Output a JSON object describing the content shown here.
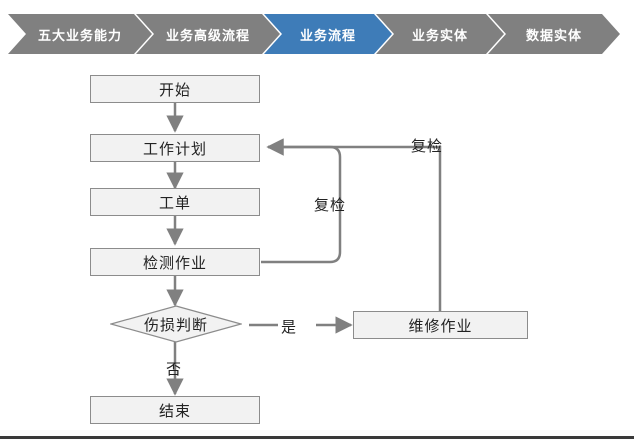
{
  "breadcrumb": {
    "items": [
      {
        "label": "五大业务能力",
        "state": "inactive"
      },
      {
        "label": "业务高级流程",
        "state": "inactive"
      },
      {
        "label": "业务流程",
        "state": "active"
      },
      {
        "label": "业务实体",
        "state": "inactive"
      },
      {
        "label": "数据实体",
        "state": "inactive"
      }
    ],
    "colors": {
      "inactive_fill": "#808080",
      "active_fill": "#3E7CB8",
      "label_color": "#FFFFFF"
    }
  },
  "flowchart": {
    "nodes": {
      "start": "开始",
      "work_plan": "工作计划",
      "work_order": "工单",
      "inspection_task": "检测作业",
      "damage_decision": "伤损判断",
      "repair_task": "维修作业",
      "end": "结束"
    },
    "edge_labels": {
      "yes": "是",
      "no": "否",
      "reinspect_inner": "复检",
      "reinspect_outer": "复检"
    },
    "colors": {
      "node_fill": "#F2F2F2",
      "node_border": "#8C8C8C",
      "connector": "#808080",
      "text": "#222222"
    }
  }
}
